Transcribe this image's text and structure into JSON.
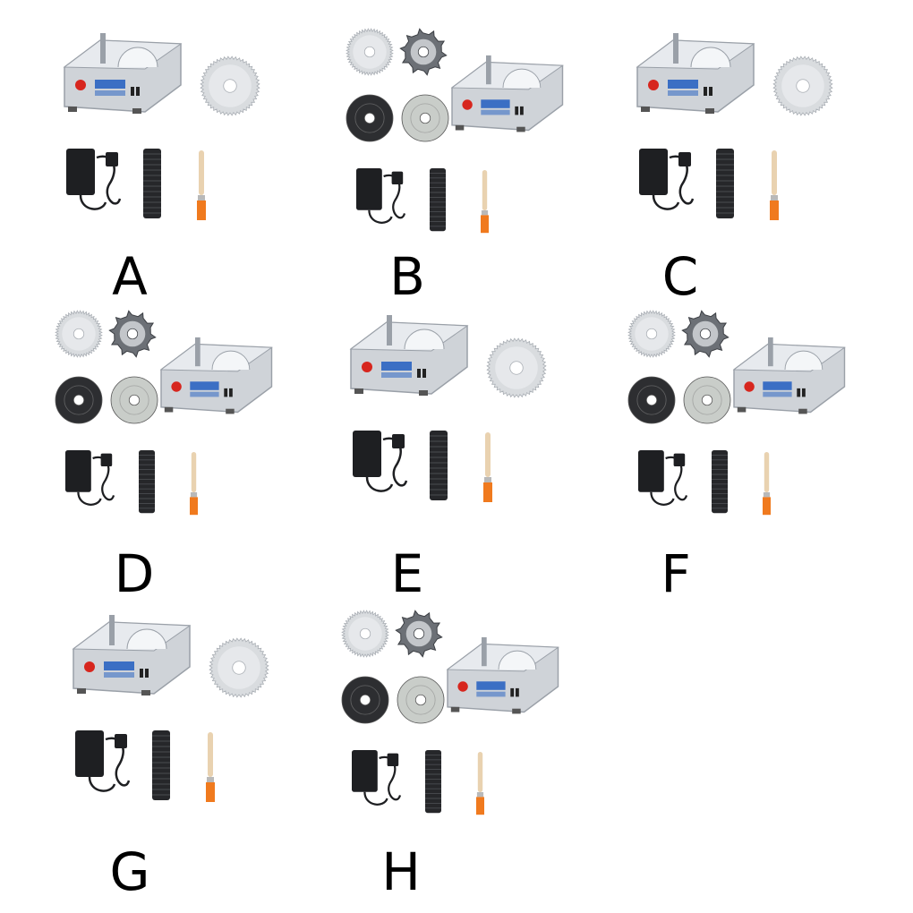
{
  "colors": {
    "steel": "#cfd3d8",
    "steel_dark": "#9aa0a8",
    "panel_blue": "#3b6fc4",
    "switch_red": "#d7261e",
    "adapter_black": "#1e1f22",
    "hose_black": "#26272a",
    "brush_handle": "#e9d2b0",
    "brush_bristle": "#f07a1e",
    "diamond_disc": "#c9cdc9",
    "abrasive_disc": "#2d2e31"
  },
  "options": [
    {
      "label": "A",
      "kit": "basic"
    },
    {
      "label": "B",
      "kit": "full"
    },
    {
      "label": "C",
      "kit": "basic"
    },
    {
      "label": "D",
      "kit": "full"
    },
    {
      "label": "E",
      "kit": "basic"
    },
    {
      "label": "F",
      "kit": "full"
    },
    {
      "label": "G",
      "kit": "basic"
    },
    {
      "label": "H",
      "kit": "full"
    }
  ]
}
